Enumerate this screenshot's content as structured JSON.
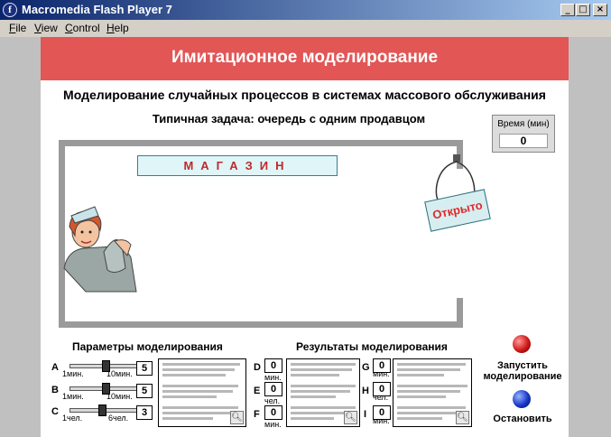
{
  "window": {
    "title": "Macromedia Flash Player 7",
    "minimize_glyph": "_",
    "maximize_glyph": "□",
    "close_glyph": "×"
  },
  "menu": [
    "File",
    "View",
    "Control",
    "Help"
  ],
  "header": {
    "title": "Имитационное моделирование"
  },
  "subtitle": "Моделирование случайных процессов в системах массового обслуживания",
  "task_title": "Типичная задача: очередь с одним продавцом",
  "time": {
    "label": "Время (мин)",
    "value": "0"
  },
  "shop": {
    "sign": "МАГАЗИН",
    "open_sign": "Открыто"
  },
  "params": {
    "title": "Параметры моделирования",
    "items": [
      {
        "letter": "A",
        "min": "1мин.",
        "max": "10мин.",
        "value": "5",
        "level": 0.44
      },
      {
        "letter": "B",
        "min": "1мин.",
        "max": "10мин.",
        "value": "5",
        "level": 0.44
      },
      {
        "letter": "C",
        "min": "1чел.",
        "max": "6чел.",
        "value": "3",
        "level": 0.4
      }
    ]
  },
  "results": {
    "title": "Результаты моделирования",
    "col1": [
      {
        "letter": "D",
        "value": "0",
        "unit": "мин."
      },
      {
        "letter": "E",
        "value": "0",
        "unit": "чел."
      },
      {
        "letter": "F",
        "value": "0",
        "unit": "мин."
      }
    ],
    "col2": [
      {
        "letter": "G",
        "value": "0",
        "unit": "мин."
      },
      {
        "letter": "H",
        "value": "0",
        "unit": "чел."
      },
      {
        "letter": "I",
        "value": "0",
        "unit": "мин."
      }
    ]
  },
  "controls": {
    "start_label": "Запустить моделирование",
    "stop_label": "Остановить",
    "start_color": "#d01818",
    "stop_color": "#1838c8"
  },
  "icons": {
    "app": "flash-player-icon",
    "zoom": "magnifier-icon"
  }
}
